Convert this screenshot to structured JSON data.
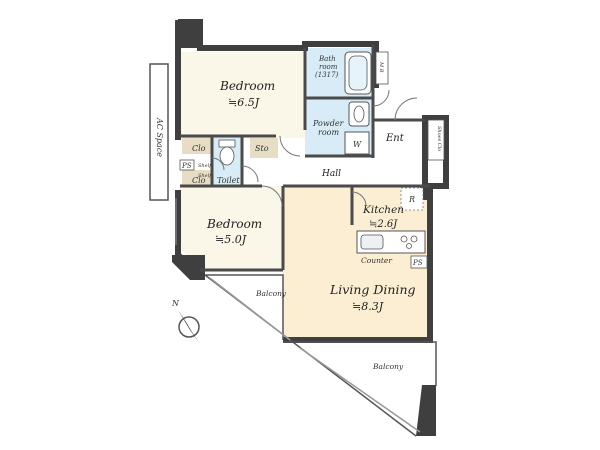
{
  "rooms": {
    "bedroom_main": {
      "name": "Bedroom",
      "area": "≒6.5J"
    },
    "bedroom_second": {
      "name": "Bedroom",
      "area": "≒5.0J"
    },
    "kitchen": {
      "name": "Kitchen",
      "area": "≒2.6J"
    },
    "living_dining": {
      "name": "Living Dining",
      "area": "≒8.3J"
    },
    "bathroom": {
      "name_line1": "Bath",
      "name_line2": "room",
      "size": "(1317)"
    },
    "powder_room": {
      "name_line1": "Powder",
      "name_line2": "room"
    },
    "toilet": {
      "name": "Toilet"
    },
    "hall": {
      "name": "Hall"
    },
    "entrance": {
      "name": "Ent"
    }
  },
  "fixtures": {
    "closet_upper": "Clo",
    "closet_lower": "Clo",
    "storage": "Sto",
    "shelf_upper": "Shelf",
    "shelf_lower": "Shelf",
    "pipe_space_left": "PS",
    "pipe_space_kitchen": "PS",
    "washer": "W",
    "refrigerator": "R",
    "counter": "Counter",
    "shoes_closet": "Shoes Clo",
    "mb": "M B",
    "ac_space": "AC Space"
  },
  "balconies": {
    "upper": "Balcony",
    "lower": "Balcony"
  },
  "compass": {
    "north": "N"
  },
  "colors": {
    "wall": "#3f3f3f",
    "bedroom_floor": "#faf6e8",
    "living_floor": "#fbeed2",
    "wet_floor": "#d8ecf7",
    "storage_fill": "#e6ddc4",
    "outside": "#ffffff"
  }
}
